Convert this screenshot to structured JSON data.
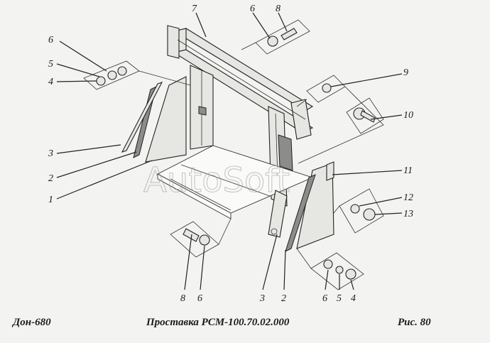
{
  "callouts": {
    "c1": "1",
    "c2a": "2",
    "c2b": "2",
    "c3a": "3",
    "c3b": "3",
    "c4a": "4",
    "c4b": "4",
    "c5a": "5",
    "c5b": "5",
    "c6a": "6",
    "c6b": "6",
    "c6c": "6",
    "c6d": "6",
    "c7": "7",
    "c8a": "8",
    "c8b": "8",
    "c9": "9",
    "c10": "10",
    "c11": "11",
    "c12": "12",
    "c13": "13"
  },
  "caption": {
    "left": "Дон-680",
    "center": "Проставка  РСМ-100.70.02.000",
    "right": "Рис.   80"
  },
  "watermark": "AutoSoft"
}
